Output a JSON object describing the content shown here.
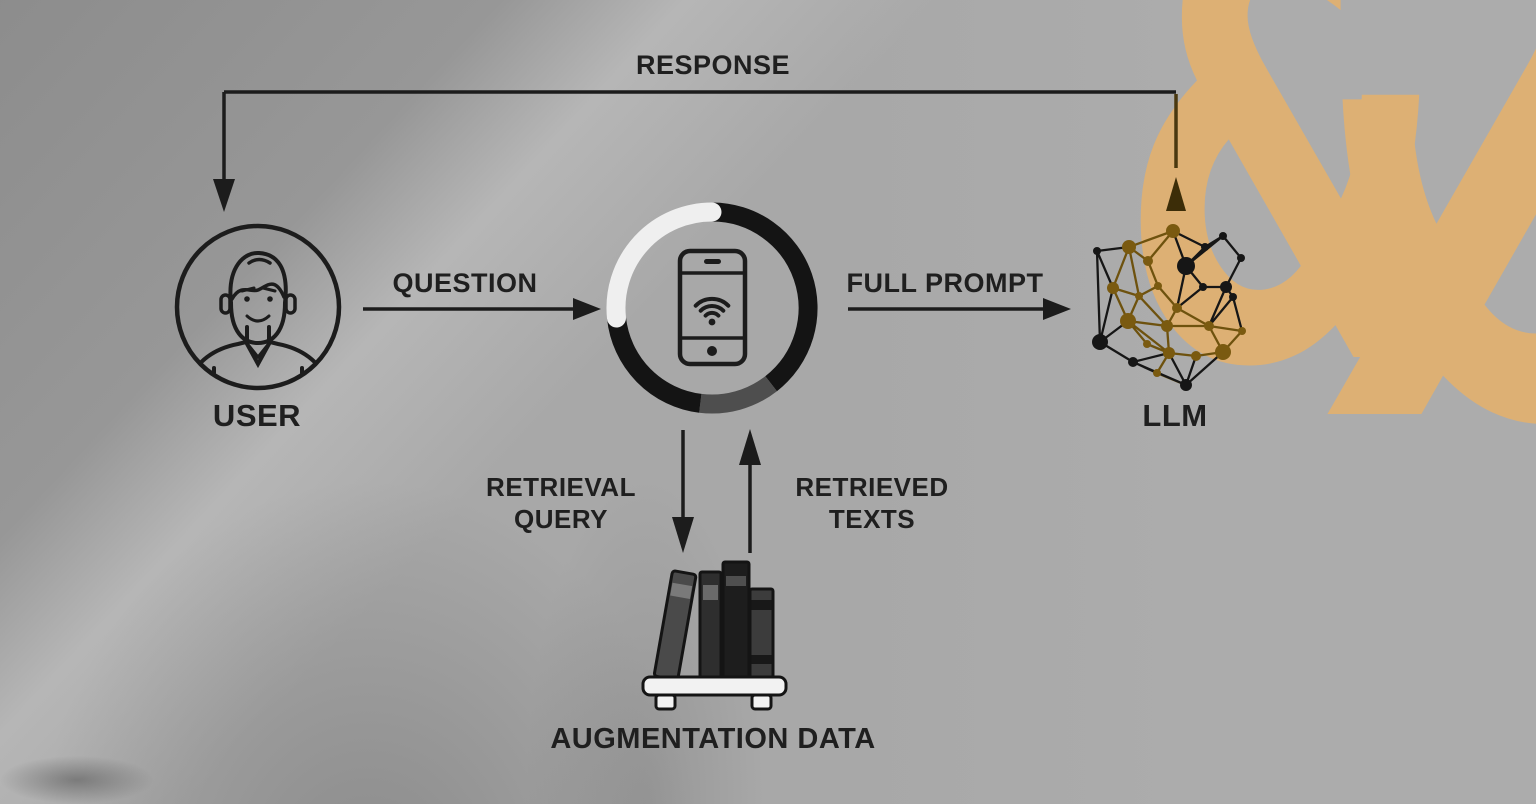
{
  "diagram": {
    "entities": [
      {
        "id": "user",
        "label": "USER"
      },
      {
        "id": "app",
        "label": ""
      },
      {
        "id": "llm",
        "label": "LLM"
      },
      {
        "id": "augmentation",
        "label": "AUGMENTATION DATA"
      }
    ],
    "flows": [
      {
        "from": "llm",
        "to": "user",
        "label": "RESPONSE"
      },
      {
        "from": "user",
        "to": "app",
        "label": "QUESTION"
      },
      {
        "from": "app",
        "to": "llm",
        "label": "FULL PROMPT"
      },
      {
        "from": "app",
        "to": "augmentation",
        "label": "RETRIEVAL QUERY",
        "label_lines": [
          "RETRIEVAL",
          "QUERY"
        ]
      },
      {
        "from": "augmentation",
        "to": "app",
        "label": "RETRIEVED TEXTS",
        "label_lines": [
          "RETRIEVED",
          "TEXTS"
        ]
      }
    ]
  },
  "watermark": {
    "glyph": "&",
    "color": "#ddb074"
  },
  "icons": [
    "user-avatar-icon",
    "smartphone-icon",
    "loading-ring-icon",
    "wifi-icon",
    "neural-network-icon",
    "bookshelf-icon"
  ],
  "colors": {
    "background": "#a8a8a8",
    "line": "#1c1c1c",
    "watermark_gold": "#ddb074",
    "network_gold": "#7a5a10",
    "ring_white": "#efefef",
    "ring_dark_gray": "#4e4e4e",
    "ring_black": "#141414",
    "shelf_white": "#f2f2f2"
  }
}
